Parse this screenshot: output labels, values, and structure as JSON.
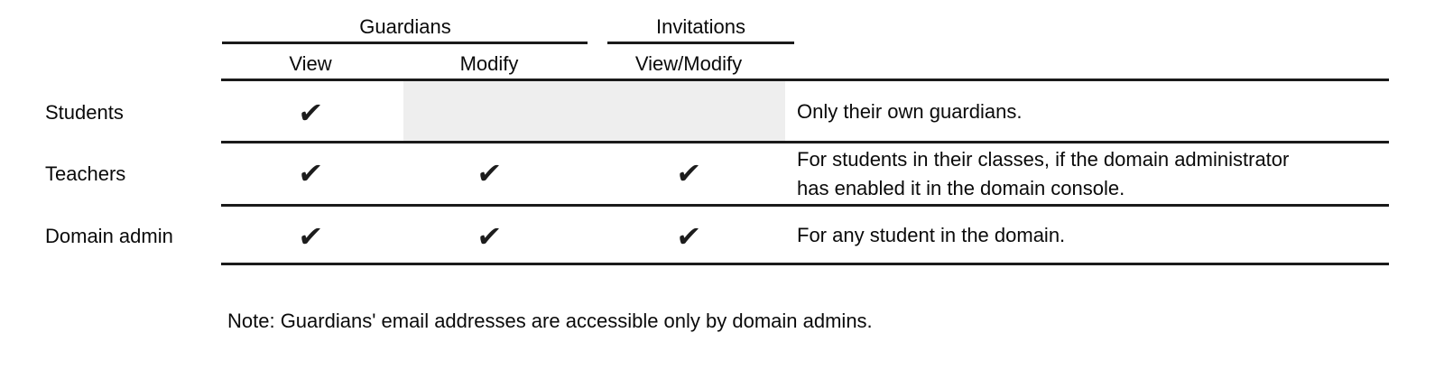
{
  "table": {
    "col_groups": [
      {
        "label": "Guardians"
      },
      {
        "label": "Invitations"
      }
    ],
    "columns": [
      {
        "label": "View"
      },
      {
        "label": "Modify"
      },
      {
        "label": "View/Modify"
      }
    ],
    "rows": [
      {
        "label": "Students",
        "permissions": {
          "view": true,
          "modify": false,
          "view_modify": false
        },
        "note_lines": [
          "Only their own guardians."
        ]
      },
      {
        "label": "Teachers",
        "permissions": {
          "view": true,
          "modify": true,
          "view_modify": true
        },
        "note_lines": [
          "For students in their classes, if the domain administrator",
          "has enabled it in the domain console."
        ]
      },
      {
        "label": "Domain admin",
        "permissions": {
          "view": true,
          "modify": true,
          "view_modify": true
        },
        "note_lines": [
          "For any student in the domain."
        ]
      }
    ]
  },
  "footnote": "Note: Guardians' email addresses are accessible only by domain admins.",
  "glyphs": {
    "check": "✔"
  },
  "colors": {
    "text": "#0a0a0a",
    "rule": "#1a1a1a",
    "disabled_cell": "#eeeeee"
  }
}
